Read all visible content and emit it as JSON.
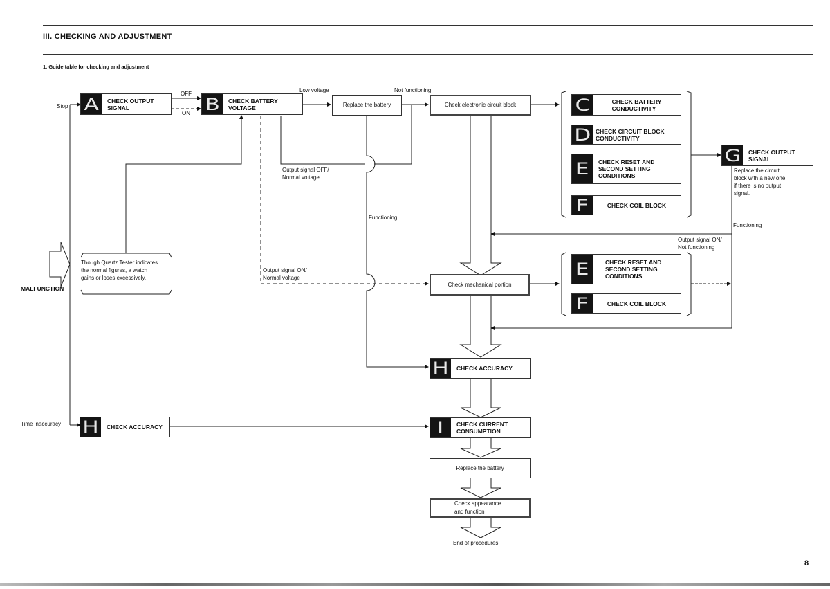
{
  "header": {
    "section_title": "III.  CHECKING AND ADJUSTMENT",
    "subsection_title": "1.  Guide table for checking and adjustment"
  },
  "page_number": "8",
  "diagram": {
    "entry_labels": {
      "malfunction": "MALFUNCTION",
      "stop": "Stop",
      "time_inaccuracy": "Time inaccuracy"
    },
    "note_quartz": "Though Quartz Tester indicates\nthe normal figures, a watch\ngains or loses excessively.",
    "steps": {
      "A": {
        "letter": "A",
        "label": "CHECK OUTPUT\nSIGNAL"
      },
      "B": {
        "letter": "B",
        "label": "CHECK BATTERY\nVOLTAGE"
      },
      "C": {
        "letter": "C",
        "label": "CHECK BATTERY\nCONDUCTIVITY"
      },
      "D": {
        "letter": "D",
        "label": "CHECK CIRCUIT BLOCK\nCONDUCTIVITY"
      },
      "E1": {
        "letter": "E",
        "label": "CHECK RESET AND\nSECOND SETTING\nCONDITIONS"
      },
      "F1": {
        "letter": "F",
        "label": "CHECK COIL BLOCK"
      },
      "G": {
        "letter": "G",
        "label": "CHECK OUTPUT\nSIGNAL"
      },
      "E2": {
        "letter": "E",
        "label": "CHECK RESET AND\nSECOND SETTING\nCONDITIONS"
      },
      "F2": {
        "letter": "F",
        "label": "CHECK COIL BLOCK"
      },
      "H1": {
        "letter": "H",
        "label": "CHECK ACCURACY"
      },
      "H2": {
        "letter": "H",
        "label": "CHECK ACCURACY"
      },
      "I": {
        "letter": "I",
        "label": "CHECK CURRENT\nCONSUMPTION"
      }
    },
    "process_boxes": {
      "replace_battery_1": "Replace the battery",
      "check_electronic": "Check electronic circuit block",
      "check_mechanical": "Check mechanical portion",
      "replace_battery_2": "Replace the battery",
      "check_appearance": "Check appearance\nand function"
    },
    "end_label": "End of procedures",
    "edge_labels": {
      "off": "OFF",
      "on": "ON",
      "low_voltage": "Low voltage",
      "not_functioning": "Not functioning",
      "output_off_normal": "Output signal OFF/\nNormal voltage",
      "functioning_1": "Functioning",
      "output_on_normal": "Output signal ON/\nNormal voltage",
      "functioning_2": "Functioning",
      "output_on_not_functioning": "Output signal ON/\nNot functioning"
    },
    "g_note": "Replace the circuit\nblock with a new one\nif there is no output\nsignal."
  }
}
